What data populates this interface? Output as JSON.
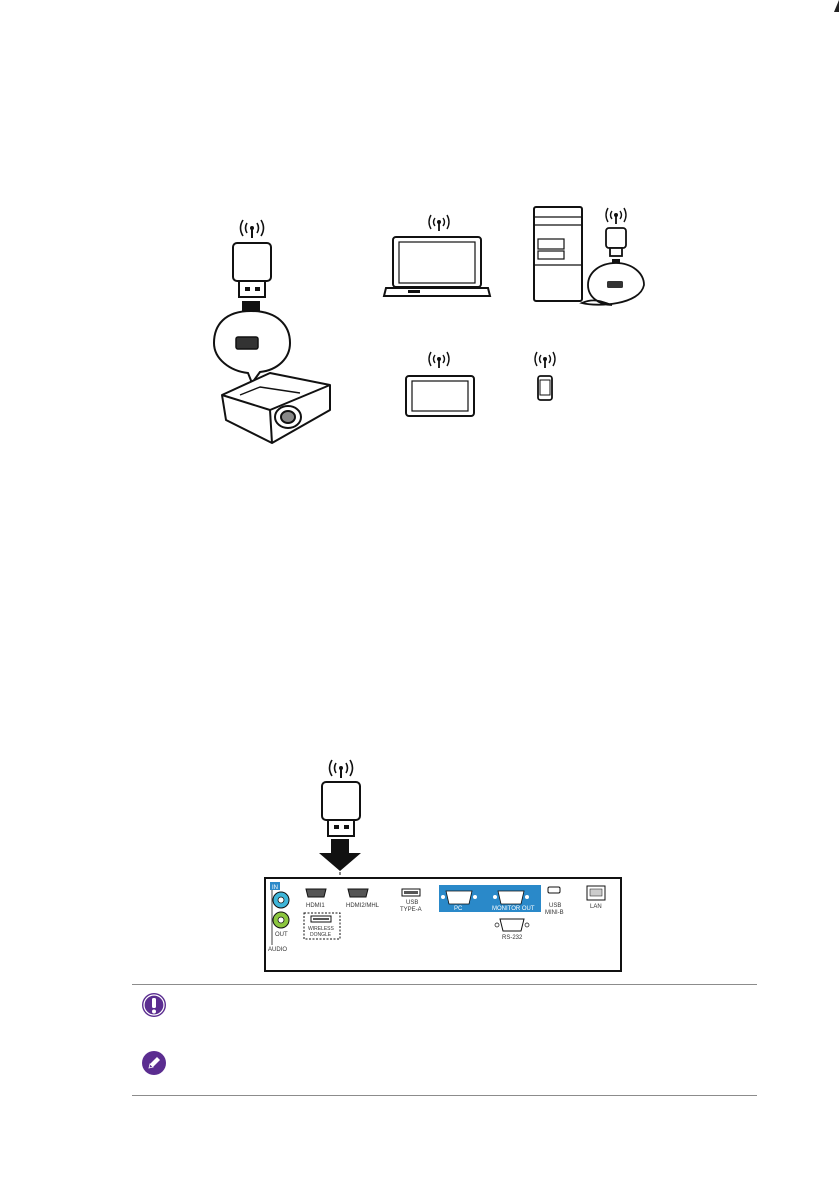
{
  "notes": [
    {
      "type": "important",
      "icon": "exclamation-icon",
      "text": ""
    },
    {
      "type": "note",
      "icon": "pencil-icon",
      "text": ""
    }
  ],
  "rear_panel": {
    "audio_in_label": "IN",
    "audio_out_label": "OUT",
    "audio_label": "AUDIO",
    "hdmi1_label": "HDMI1",
    "hdmi2_label": "HDMI2/MHL",
    "usb_a_label_1": "USB",
    "usb_a_label_2": "TYPE-A",
    "wireless_label_1": "WIRELESS",
    "wireless_label_2": "DONGLE",
    "pc_label": "PC",
    "monitor_out_label": "MONITOR OUT",
    "usb_mini_label_1": "USB",
    "usb_mini_label_2": "MINI-B",
    "lan_label": "LAN",
    "rs232_label": "RS-232"
  },
  "colors": {
    "accent_blue": "#2a89c9",
    "note_purple": "#5b2d90",
    "audio_green": "#8cc63f",
    "audio_cyan": "#3fb6d9"
  }
}
